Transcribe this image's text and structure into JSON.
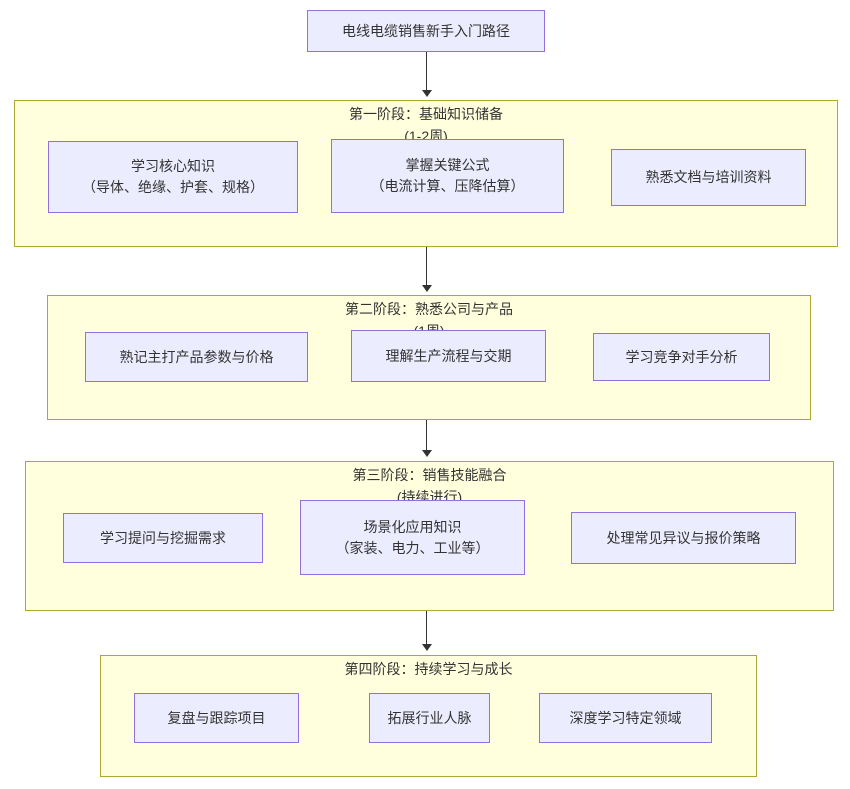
{
  "root": {
    "title": "电线电缆销售新手入门路径"
  },
  "stages": [
    {
      "label": "第一阶段：基础知识储备",
      "duration": "(1-2周)",
      "nodes": [
        {
          "line1": "学习核心知识",
          "line2": "（导体、绝缘、护套、规格）"
        },
        {
          "line1": "掌握关键公式",
          "line2": "（电流计算、压降估算）"
        },
        {
          "line1": "熟悉文档与培训资料"
        }
      ]
    },
    {
      "label": "第二阶段：熟悉公司与产品",
      "duration": "(1周)",
      "nodes": [
        {
          "line1": "熟记主打产品参数与价格"
        },
        {
          "line1": "理解生产流程与交期"
        },
        {
          "line1": "学习竞争对手分析"
        }
      ]
    },
    {
      "label": "第三阶段：销售技能融合",
      "duration": "(持续进行)",
      "nodes": [
        {
          "line1": "学习提问与挖掘需求"
        },
        {
          "line1": "场景化应用知识",
          "line2": "（家装、电力、工业等）"
        },
        {
          "line1": "处理常见异议与报价策略"
        }
      ]
    },
    {
      "label": "第四阶段：持续学习与成长",
      "nodes": [
        {
          "line1": "复盘与跟踪项目"
        },
        {
          "line1": "拓展行业人脉"
        },
        {
          "line1": "深度学习特定领域"
        }
      ]
    }
  ],
  "colors": {
    "node_fill": "#ECECFF",
    "node_border": "#9370DB",
    "stage_fill": "#FFFFDE",
    "stage_border": "#AAAA33",
    "text": "#333333",
    "arrow": "#333333"
  }
}
